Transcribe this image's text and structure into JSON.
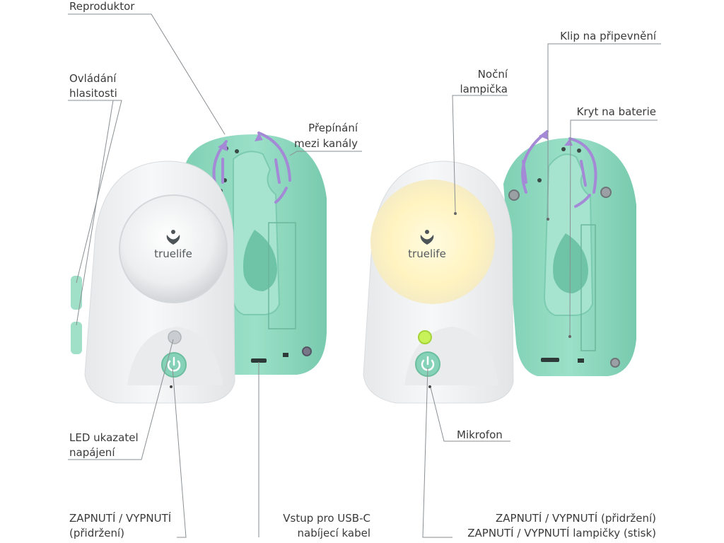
{
  "labels": {
    "speaker": "Reproduktor",
    "volume_l1": "Ovládání",
    "volume_l2": "hlasitosti",
    "channel_l1": "Přepínání",
    "channel_l2": "mezi kanály",
    "led_l1": "LED ukazatel",
    "led_l2": "napájení",
    "power_l1": "ZAPNUTÍ / VYPNUTÍ",
    "power_l2": "(přidržení)",
    "usb_l1": "Vstup pro USB-C",
    "usb_l2": "nabíjecí kabel",
    "nightlight_l1": "Noční",
    "nightlight_l2": "lampička",
    "clip": "Klip na připevnění",
    "battery": "Kryt na baterie",
    "mic": "Mikrofon",
    "power2_l1": "ZAPNUTÍ / VYPNUTÍ (přidržení)",
    "power2_l2": "ZAPNUTÍ / VYPNUTÍ lampičky (stisk)"
  },
  "brand": "truelife",
  "colors": {
    "mint": "#8fd9bf",
    "mint_dark": "#6cc4a5",
    "white_body": "#f3f4f5",
    "accent_arrow": "#a48ad6",
    "led_green": "#c8f25a",
    "night_glow": "#fff6c8"
  }
}
